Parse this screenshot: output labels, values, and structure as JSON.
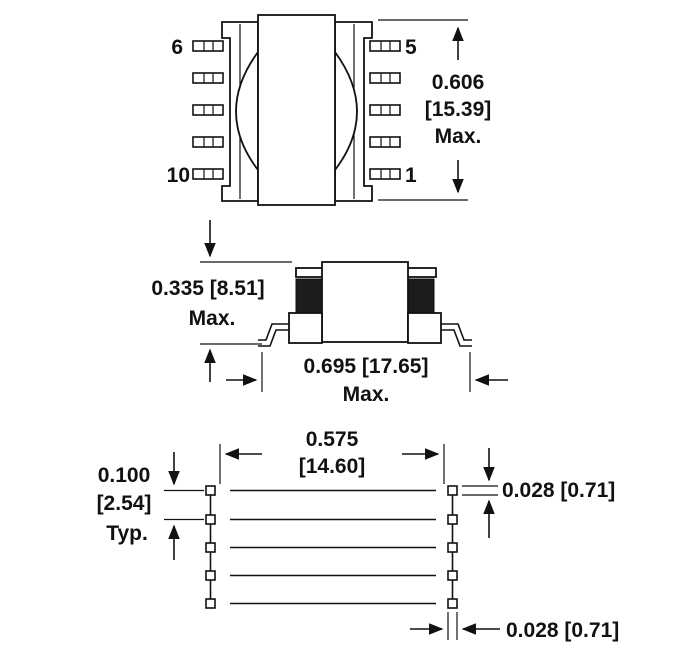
{
  "top_view": {
    "pin_top_left": "6",
    "pin_bottom_left": "10",
    "pin_top_right": "5",
    "pin_bottom_right": "1",
    "height_value": "0.606",
    "height_metric": "[15.39]",
    "height_qualifier": "Max."
  },
  "side_view": {
    "height_label": "0.335 [8.51]",
    "height_qualifier": "Max.",
    "width_label": "0.695 [17.65]",
    "width_qualifier": "Max."
  },
  "footprint": {
    "span_value": "0.575",
    "span_metric": "[14.60]",
    "pitch_value": "0.100",
    "pitch_metric": "[2.54]",
    "pitch_qualifier": "Typ.",
    "pad_height_label": "0.028 [0.71]",
    "pad_width_label": "0.028 [0.71]"
  }
}
